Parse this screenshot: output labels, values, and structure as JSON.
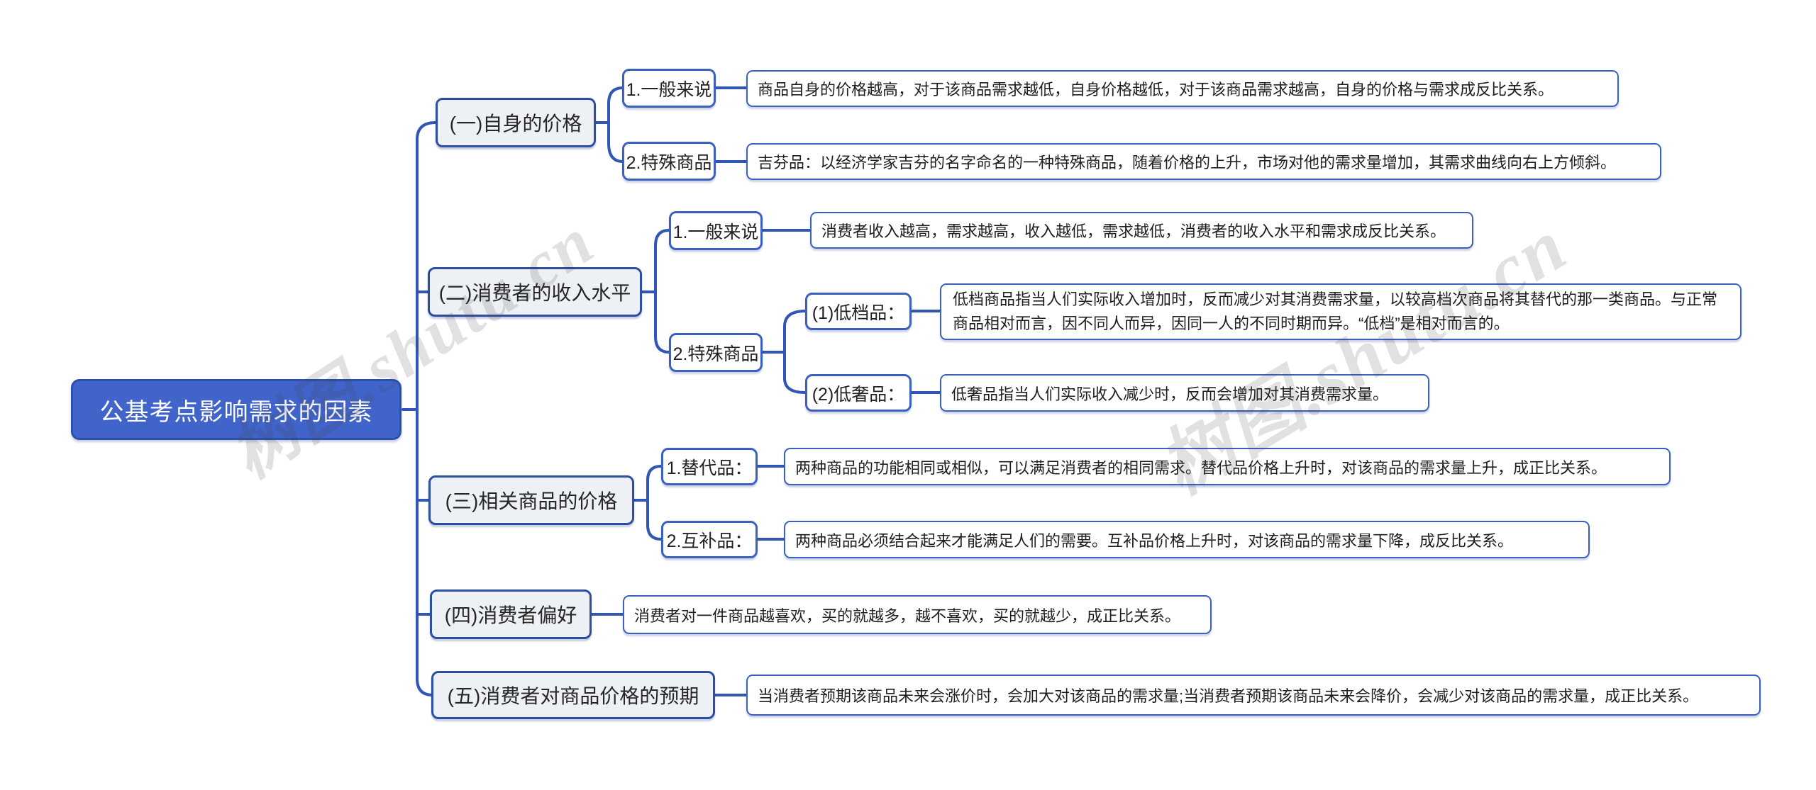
{
  "watermark": {
    "text": "树图.shutu.cn"
  },
  "colors": {
    "root_fill": "#4064c9",
    "root_border": "#2b51b0",
    "branch_fill": "#edf0f5",
    "node_border": "#3a60c0",
    "connector_line": "#3156b5",
    "text": "#222222"
  },
  "mindmap": {
    "root": "公基考点影响需求的因素",
    "branches": [
      {
        "label": "(一)自身的价格",
        "children": [
          {
            "label": "1.一般来说",
            "note": "商品自身的价格越高，对于该商品需求越低，自身价格越低，对于该商品需求越高，自身的价格与需求成反比关系。"
          },
          {
            "label": "2.特殊商品",
            "note": "吉芬品：以经济学家吉芬的名字命名的一种特殊商品，随着价格的上升，市场对他的需求量增加，其需求曲线向右上方倾斜。"
          }
        ]
      },
      {
        "label": "(二)消费者的收入水平",
        "children": [
          {
            "label": "1.一般来说",
            "note": "消费者收入越高，需求越高，收入越低，需求越低，消费者的收入水平和需求成反比关系。"
          },
          {
            "label": "2.特殊商品",
            "children": [
              {
                "label": "(1)低档品：",
                "note": "低档商品指当人们实际收入增加时，反而减少对其消费需求量，以较高档次商品将其替代的那一类商品。与正常商品相对而言，因不同人而异，因同一人的不同时期而异。“低档”是相对而言的。"
              },
              {
                "label": "(2)低奢品：",
                "note": "低奢品指当人们实际收入减少时，反而会增加对其消费需求量。"
              }
            ]
          }
        ]
      },
      {
        "label": "(三)相关商品的价格",
        "children": [
          {
            "label": "1.替代品：",
            "note": "两种商品的功能相同或相似，可以满足消费者的相同需求。替代品价格上升时，对该商品的需求量上升，成正比关系。"
          },
          {
            "label": "2.互补品：",
            "note": "两种商品必须结合起来才能满足人们的需要。互补品价格上升时，对该商品的需求量下降，成反比关系。"
          }
        ]
      },
      {
        "label": "(四)消费者偏好",
        "note": "消费者对一件商品越喜欢，买的就越多，越不喜欢，买的就越少，成正比关系。"
      },
      {
        "label": "(五)消费者对商品价格的预期",
        "note": "当消费者预期该商品未来会涨价时，会加大对该商品的需求量;当消费者预期该商品未来会降价，会减少对该商品的需求量，成正比关系。"
      }
    ]
  }
}
